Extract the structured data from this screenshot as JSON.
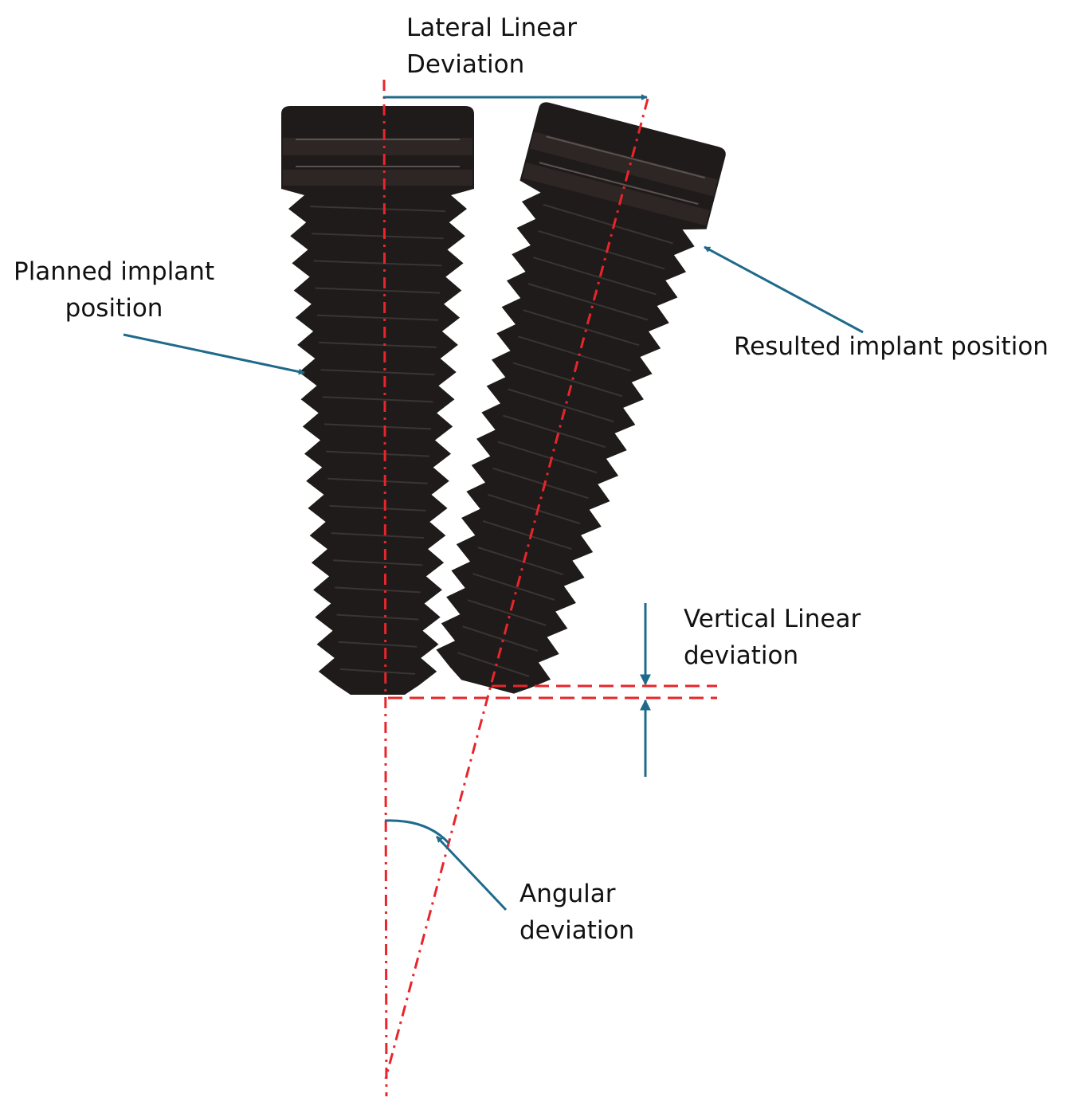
{
  "labels": {
    "lateral": [
      "Lateral Linear",
      "Deviation"
    ],
    "planned": [
      "Planned implant",
      "position"
    ],
    "resulted": [
      "Resulted implant position"
    ],
    "vertical": [
      "Vertical Linear",
      "deviation"
    ],
    "angular": [
      "Angular",
      "deviation"
    ]
  },
  "colors": {
    "implant_body": "#1e1b1a",
    "implant_collar": "#2d2624",
    "axis_lines": "#e8252b",
    "arrows": "#1f6a8a",
    "text": "#111111"
  }
}
